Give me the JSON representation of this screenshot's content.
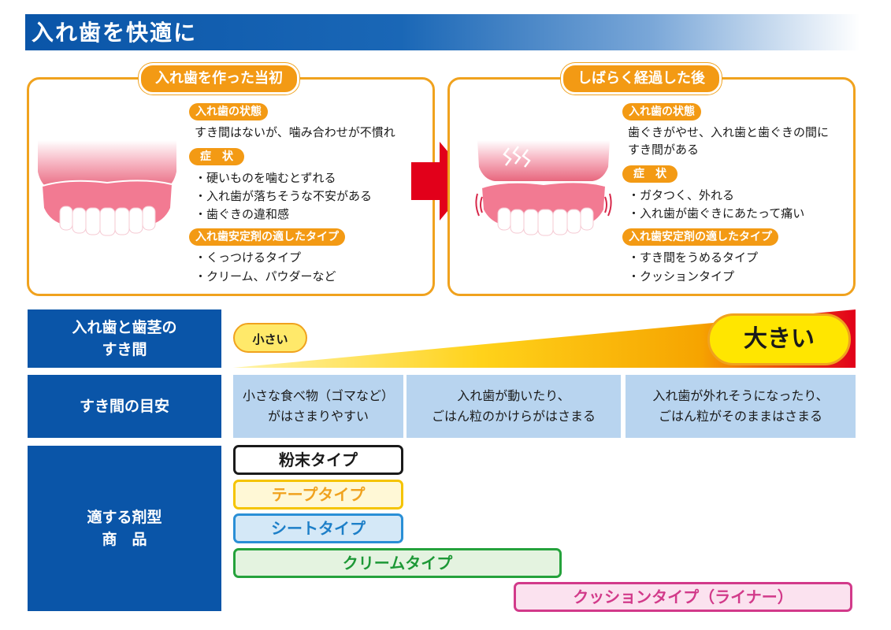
{
  "header": {
    "title": "入れ歯を快適に"
  },
  "panels": {
    "left": {
      "title": "入れ歯を作った当初",
      "state_label": "入れ歯の状態",
      "state_text": "すき間はないが、噛み合わせが不慣れ",
      "symptom_label": "症　状",
      "symptoms": [
        "・硬いものを噛むとずれる",
        "・入れ歯が落ちそうな不安がある",
        "・歯ぐきの違和感"
      ],
      "type_label": "入れ歯安定剤の適したタイプ",
      "types": [
        "・くっつけるタイプ",
        "・クリーム、パウダーなど"
      ]
    },
    "right": {
      "title": "しばらく経過した後",
      "state_label": "入れ歯の状態",
      "state_text": [
        "歯ぐきがやせ、入れ歯と歯ぐきの間に",
        "すき間がある"
      ],
      "symptom_label": "症　状",
      "symptoms": [
        "・ガタつく、外れる",
        "・入れ歯が歯ぐきにあたって痛い"
      ],
      "type_label": "入れ歯安定剤の適したタイプ",
      "types": [
        "・すき間をうめるタイプ",
        "・クッションタイプ"
      ]
    }
  },
  "rows": {
    "gap": {
      "label": "入れ歯と歯茎の\nすき間",
      "small": "小さい",
      "large": "大きい"
    },
    "guide": {
      "label": "すき間の目安",
      "cells": [
        "小さな食べ物（ゴマなど）\nがはさまりやすい",
        "入れ歯が動いたり、\nごはん粒のかけらがはさまる",
        "入れ歯が外れそうになったり、\nごはん粒がそのままはさまる"
      ]
    },
    "suitable": {
      "label": "適する剤型\n商　品",
      "types": [
        "粉末タイプ",
        "テープタイプ",
        "シートタイプ",
        "クリームタイプ",
        "クッションタイプ（ライナー）"
      ]
    }
  },
  "colors": {
    "header_blue": "#0a55a8",
    "orange": "#f39a14",
    "arrow_red": "#e2001a",
    "guide_blue": "#b8d4ef",
    "powder": "#1a1a1a",
    "tape": "#f5c400",
    "sheet": "#2a8fd6",
    "cream": "#25a23c",
    "cushion": "#d23a8a"
  }
}
